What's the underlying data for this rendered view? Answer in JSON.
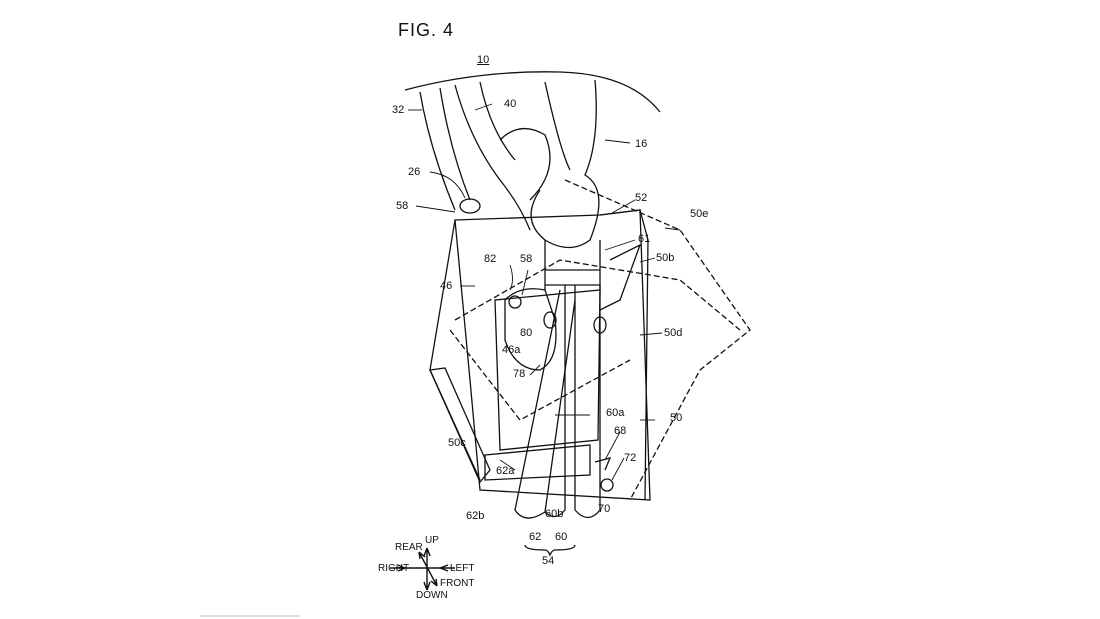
{
  "figure": {
    "title": "FIG. 4",
    "assembly_ref": "10"
  },
  "labels": {
    "l32": "32",
    "l40": "40",
    "l16": "16",
    "l26": "26",
    "l58a": "58",
    "l52": "52",
    "l50e": "50e",
    "l61": "61",
    "l82": "82",
    "l58b": "58",
    "l50b": "50b",
    "l46": "46",
    "l80": "80",
    "l50d": "50d",
    "l46a": "46a",
    "l78": "78",
    "l60a": "60a",
    "l50": "50",
    "l68": "68",
    "l50c": "50c",
    "l62a": "62a",
    "l72": "72",
    "l62b": "62b",
    "l60b": "60b",
    "l70": "70",
    "l62": "62",
    "l60": "60",
    "l54": "54"
  },
  "compass": {
    "rear": "REAR",
    "up": "UP",
    "right": "RIGHT",
    "left": "LEFT",
    "front": "FRONT",
    "down": "DOWN"
  }
}
